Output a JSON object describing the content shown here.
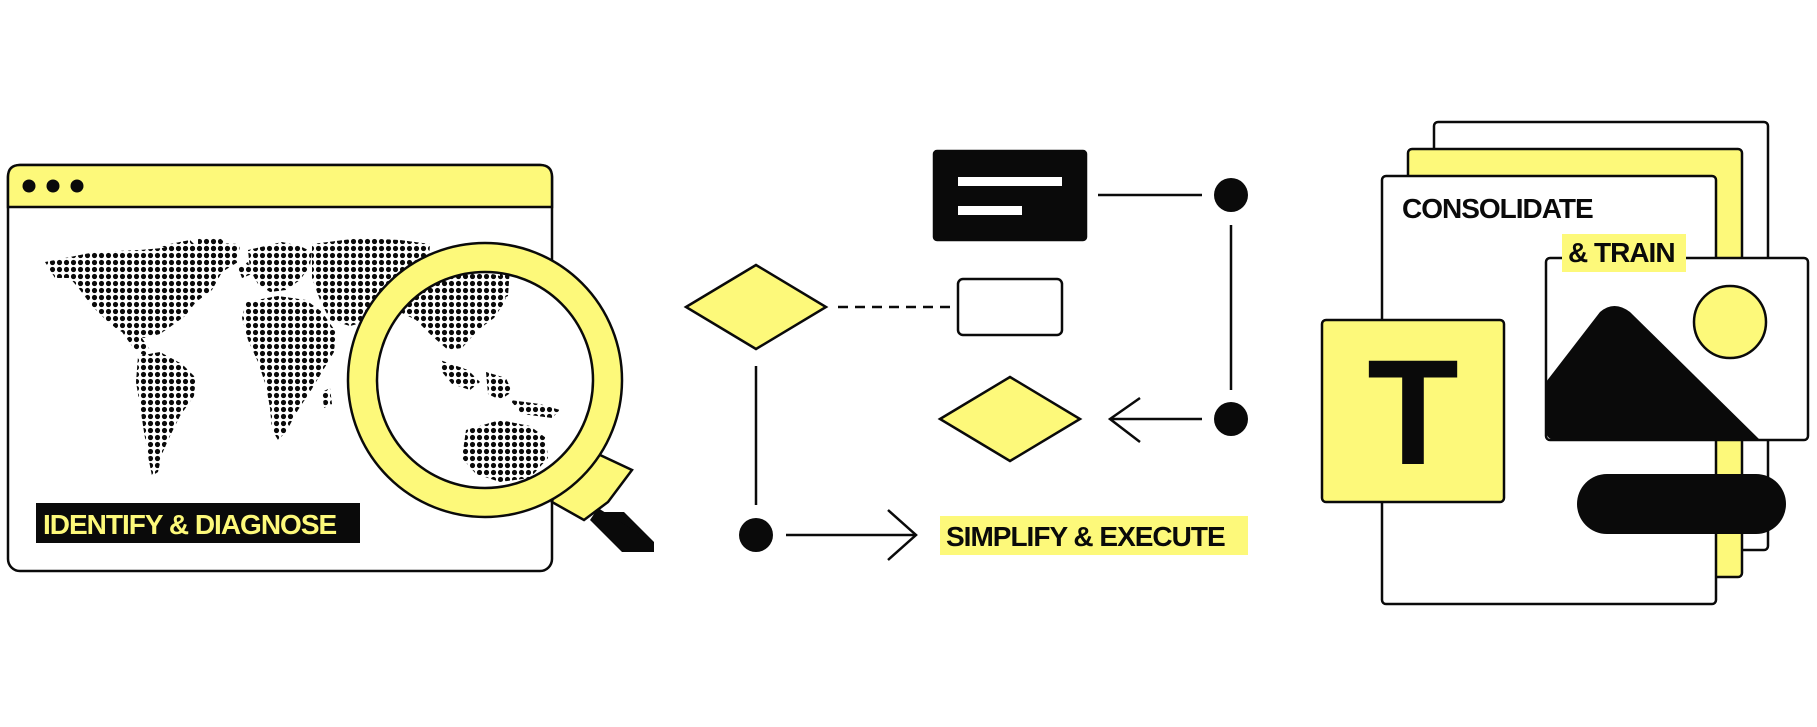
{
  "colors": {
    "yellow": "#fdf97a",
    "ink": "#0a0a0a",
    "paper": "#ffffff"
  },
  "panel_identify": {
    "label": "IDENTIFY & DIAGNOSE",
    "window_dots": 3,
    "icons": [
      "browser-window",
      "world-map-dots",
      "magnifying-glass"
    ]
  },
  "panel_simplify": {
    "label": "SIMPLIFY & EXECUTE",
    "icons": [
      "diamond-decision",
      "text-card",
      "empty-card",
      "circle-node",
      "arrow-right",
      "arrow-left"
    ]
  },
  "panel_consolidate": {
    "label_line1": "CONSOLIDATE",
    "label_line2": "& TRAIN",
    "letter": "T",
    "icons": [
      "stacked-pages",
      "letter-tile",
      "image-card",
      "pill-bar"
    ]
  }
}
